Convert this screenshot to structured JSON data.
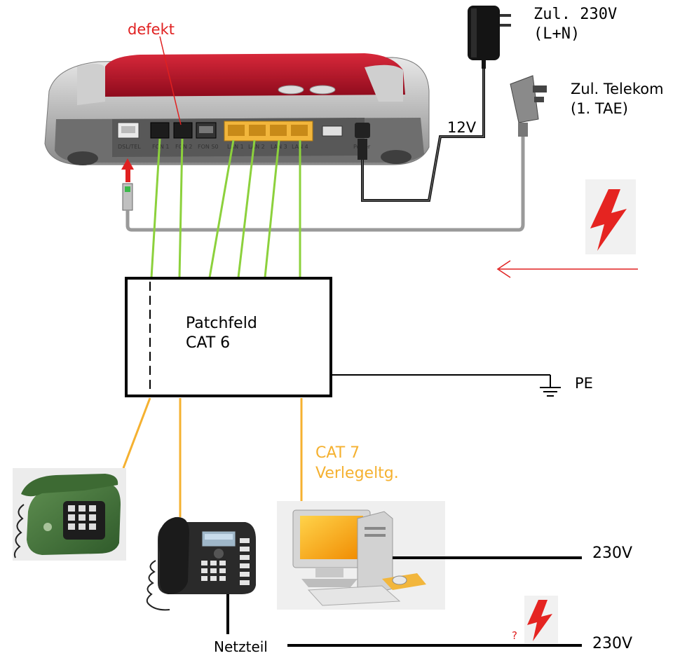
{
  "labels": {
    "defekt": "defekt",
    "power_supply_line1": "Zul. 230V",
    "power_supply_line2": "(L+N)",
    "telekom_line1": "Zul. Telekom",
    "telekom_line2": "(1. TAE)",
    "twelve_volt": "12V",
    "patchfeld_line1": "Patchfeld",
    "patchfeld_line2": "CAT 6",
    "pe": "PE",
    "cat7_line1": "CAT 7",
    "cat7_line2": "Verlegeltg.",
    "mains_pc": "230V",
    "mains_bottom": "230V",
    "netzteil": "Netzteil",
    "question": "?"
  },
  "router": {
    "ports": [
      "DSL/TEL",
      "FON 1",
      "FON 2",
      "FON S0",
      "LAN 1",
      "LAN 2",
      "LAN 3",
      "LAN 4",
      "Power"
    ]
  },
  "colors": {
    "defekt": "#e02020",
    "lightning": "#e52421",
    "phone_cable": "#8cd13c",
    "cat7_cable": "#f5b130",
    "router_red": "#c8102e",
    "arrow": "#e02020"
  },
  "icons": [
    "router-device",
    "power-adapter-icon",
    "tae-plug-icon",
    "lightning-icon",
    "analog-phone-icon",
    "desk-phone-icon",
    "computer-icon",
    "ground-symbol-icon"
  ]
}
